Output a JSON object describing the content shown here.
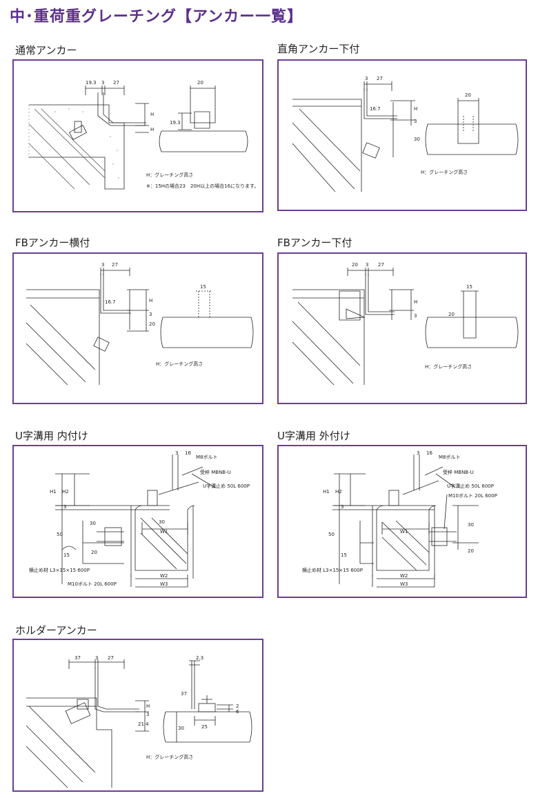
{
  "page_title": "中･重荷重グレーチング【アンカー一覧】",
  "accent_color": "#6a3d95",
  "title_color": "#5b2e8c",
  "panels": [
    {
      "caption": "通常アンカー",
      "dims": [
        "19.3",
        "3",
        "27",
        "20",
        "H",
        "H",
        "19.3"
      ],
      "notes": [
        "H：グレーチング高さ",
        "※：15Hの場合23　20H以上の場合16になります。"
      ]
    },
    {
      "caption": "直角アンカー下付",
      "dims": [
        "3",
        "27",
        "20",
        "16.7",
        "H",
        "3",
        "30"
      ],
      "notes": [
        "H：グレーチング高さ"
      ]
    },
    {
      "caption": "FBアンカー横付",
      "dims": [
        "3",
        "27",
        "15",
        "16.7",
        "H",
        "3",
        "20"
      ],
      "notes": [
        "H：グレーチング高さ"
      ]
    },
    {
      "caption": "FBアンカー下付",
      "dims": [
        "20",
        "3",
        "27",
        "15",
        "H",
        "3",
        "20"
      ],
      "notes": [
        "H：グレーチング高さ"
      ]
    },
    {
      "caption": "U字溝用 内付け",
      "dims": [
        "3",
        "16",
        "H1",
        "H2",
        "3",
        "50",
        "30",
        "15",
        "20",
        "30",
        "W1",
        "W2",
        "W3"
      ],
      "notes": [
        "M8ボルト",
        "受枠 MBNB-U",
        "U字溝止め 50L 600P",
        "横止め材 L3×15×15 600P",
        "M10ボルト 20L 600P"
      ]
    },
    {
      "caption": "U字溝用 外付け",
      "dims": [
        "3",
        "16",
        "H1",
        "H2",
        "3",
        "50",
        "15",
        "30",
        "20",
        "W1",
        "W2",
        "W3"
      ],
      "notes": [
        "M8ボルト",
        "受枠 MBNB-U",
        "U字溝止め 50L 600P",
        "M10ボルト 20L 600P",
        "横止め材 L3×15×15 600P"
      ]
    },
    {
      "caption": "ホルダーアンカー",
      "dims": [
        "37",
        "3",
        "27",
        "2.3",
        "37",
        "H",
        "3",
        "21.4",
        "2",
        "6",
        "30",
        "25"
      ],
      "notes": [
        "H：グレーチング高さ"
      ]
    }
  ]
}
